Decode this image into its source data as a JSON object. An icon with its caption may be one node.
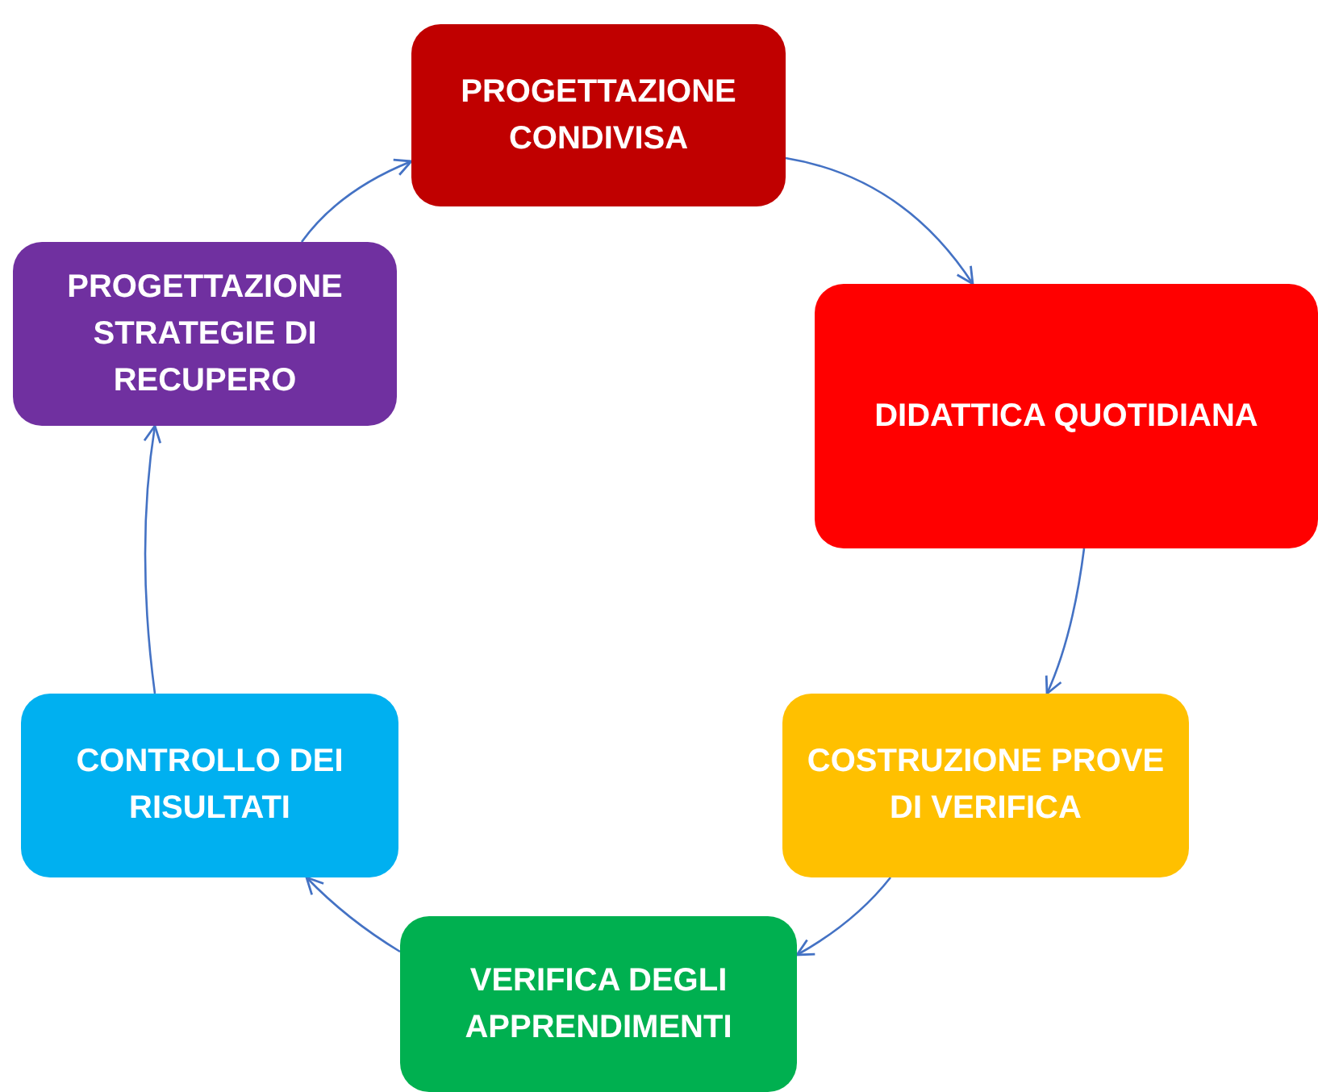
{
  "diagram": {
    "nodes": [
      {
        "text": [
          "PROGETTAZIONE CONDIVISA"
        ]
      },
      {
        "text": [
          "DIDATTICA QUOTIDIANA"
        ]
      },
      {
        "text": [
          "COSTRUZIONE PROVE DI VERIFICA"
        ]
      },
      {
        "text": [
          "VERIFICA DEGLI APPRENDIMENTI"
        ]
      },
      {
        "text": [
          "CONTROLLO DEI RISULTATI"
        ]
      },
      {
        "text": [
          "PROGETTAZIONE STRATEGIE DI RECUPERO"
        ]
      }
    ],
    "edges": [
      {
        "from": 0,
        "to": 1,
        "arrow": "to"
      },
      {
        "from": 1,
        "to": 2,
        "arrow": "to"
      },
      {
        "from": 2,
        "to": 3,
        "arrow": "to"
      },
      {
        "from": 3,
        "to": 4,
        "arrow": "to"
      },
      {
        "from": 4,
        "to": 5,
        "arrow": "to"
      },
      {
        "from": 5,
        "to": 0,
        "arrow": "to"
      }
    ]
  }
}
